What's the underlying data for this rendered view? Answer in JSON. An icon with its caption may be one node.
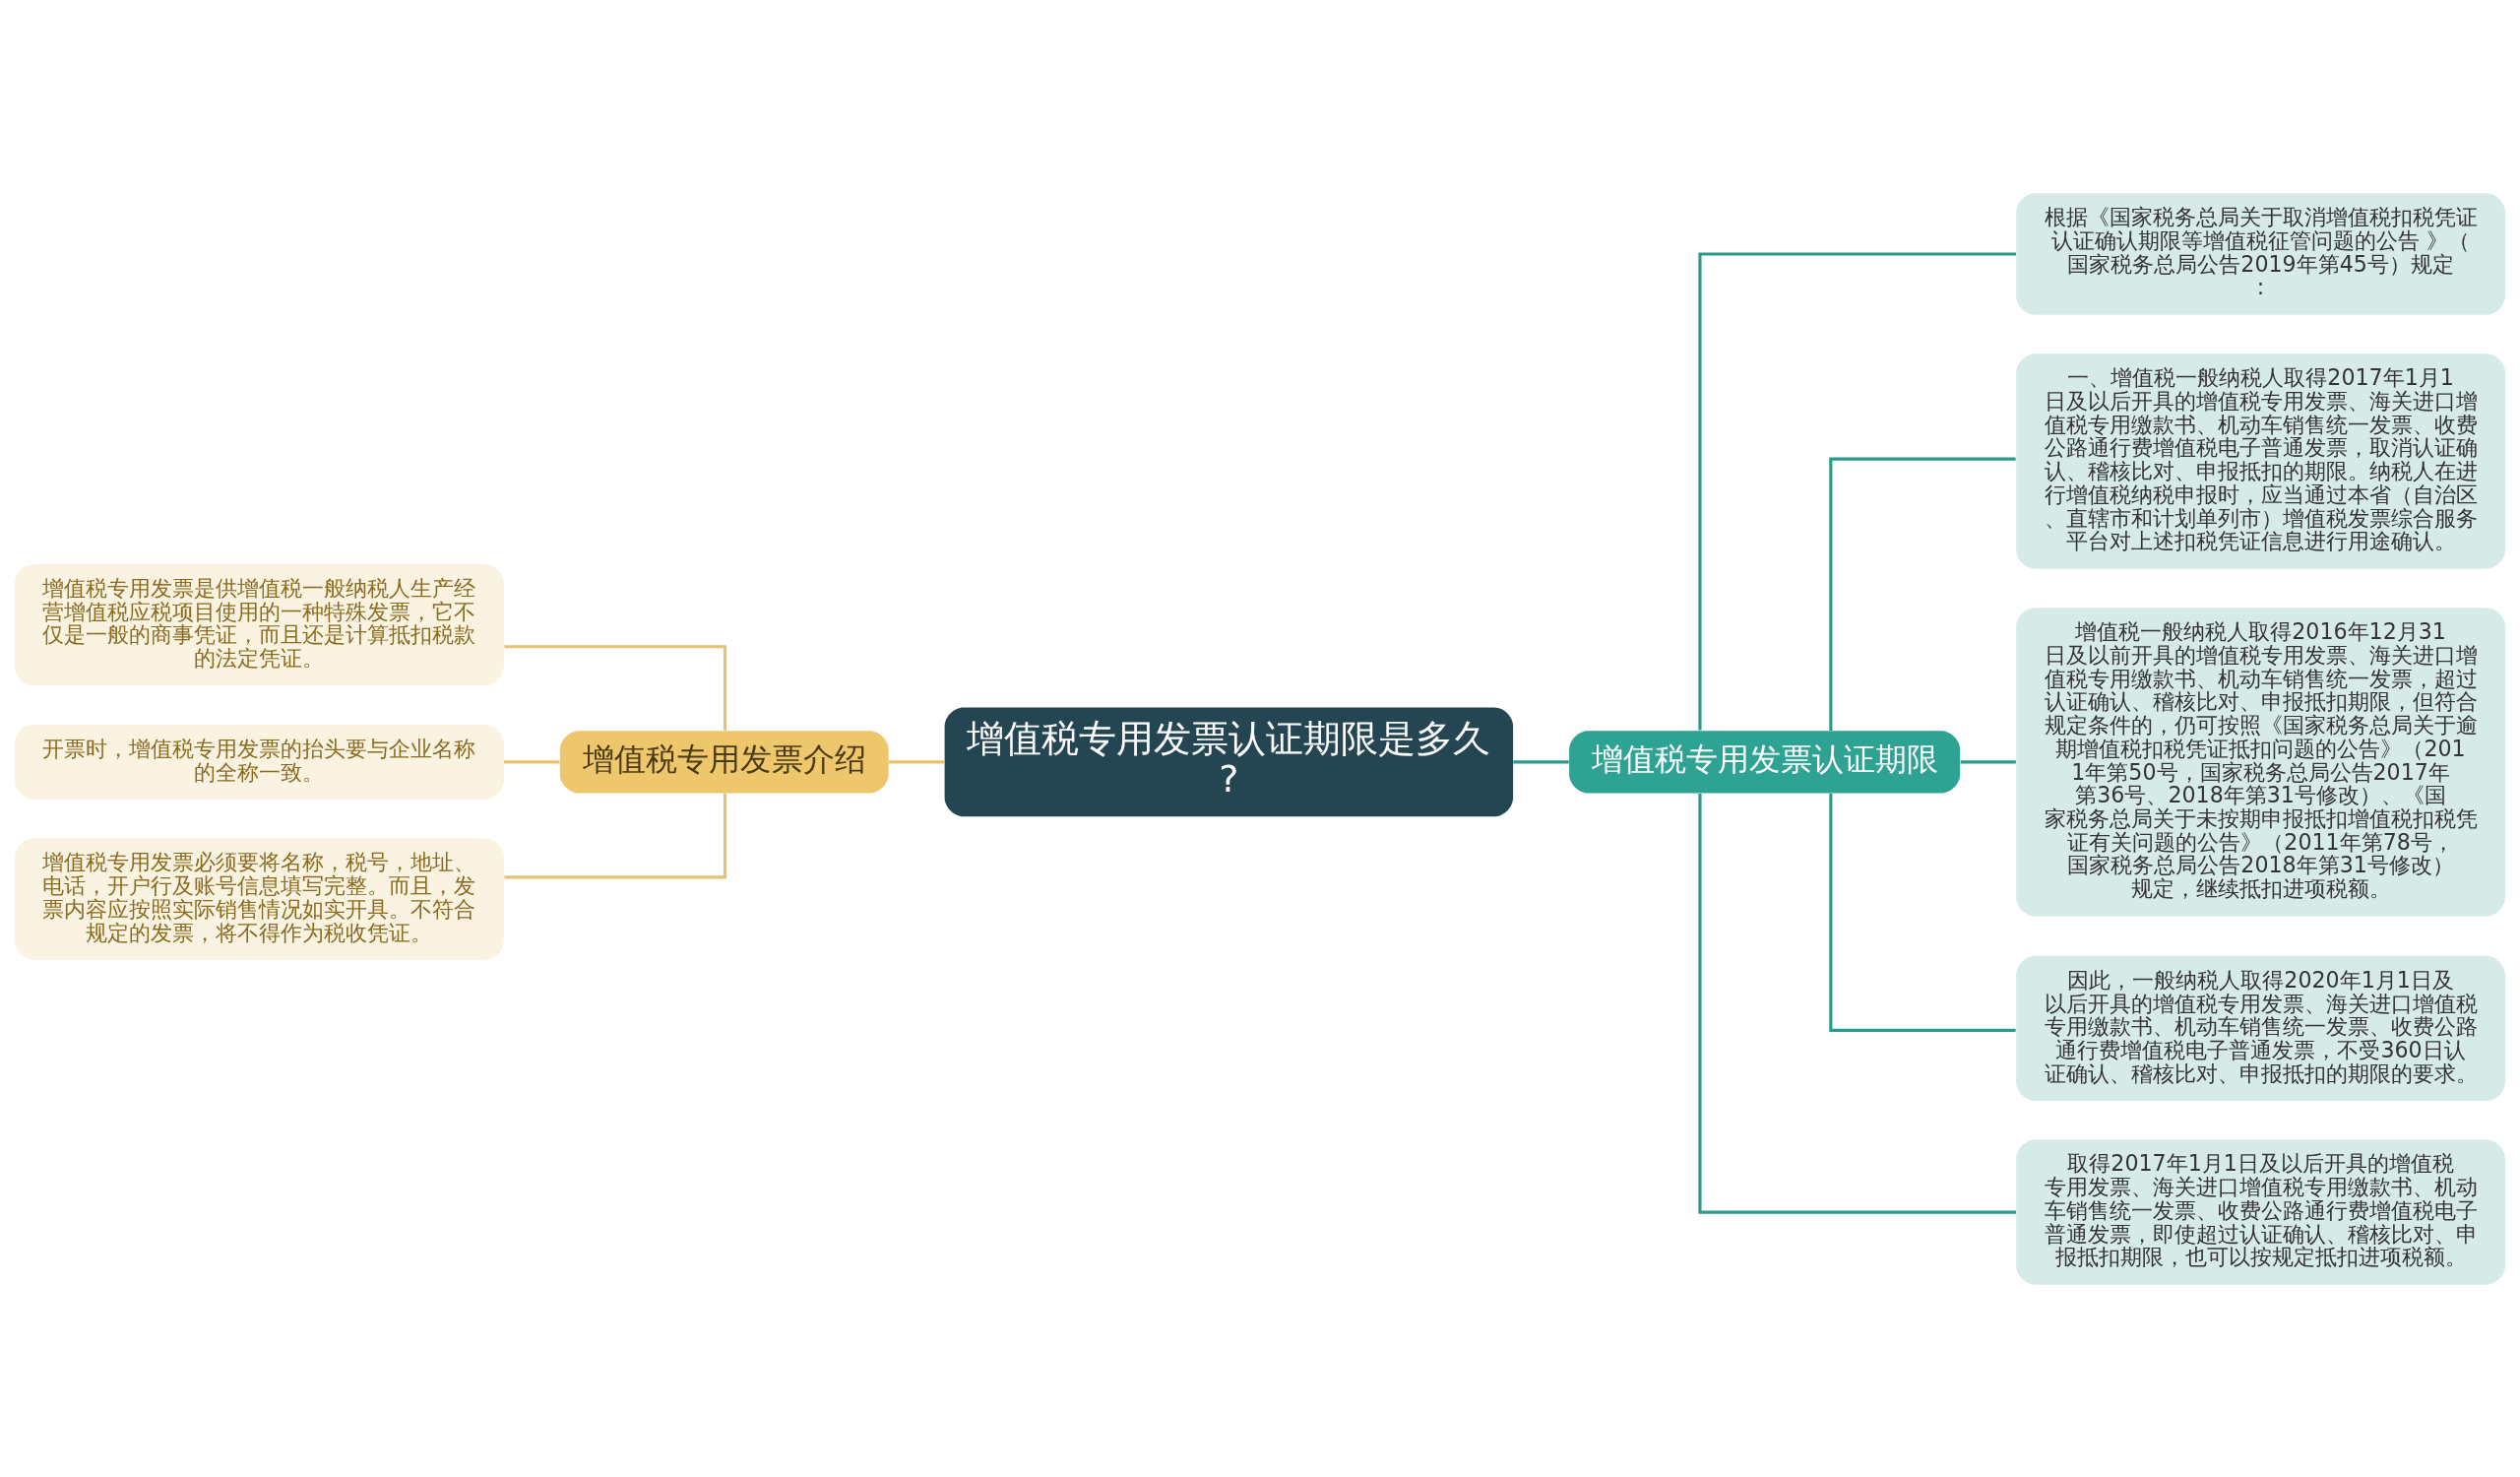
{
  "diagram": {
    "nodes": [
      {
        "text": [
          "增值税专用发票认证期限是多久?"
        ]
      },
      {
        "text": [
          "增值税专用发票介绍"
        ]
      },
      {
        "text": [
          "增值税专用发票是供增值税一般纳税人生产经营增值税应税项目使用的一种特殊发票，它不仅是一般的商事凭证，而且还是计算抵扣税款的法定凭证。"
        ]
      },
      {
        "text": [
          "开票时，增值税专用发票的抬头要与企业名称的全称一致。"
        ]
      },
      {
        "text": [
          "增值税专用发票必须要将名称，税号，地址、电话，开户行及账号信息填写完整。而且，发票内容应按照实际销售情况如实开具。不符合规定的发票，将不得作为税收凭证。"
        ]
      },
      {
        "text": [
          "增值税专用发票认证期限"
        ]
      },
      {
        "text": [
          "根据《国家税务总局关于取消增值税扣税凭证认证确认期限等增值税征管问题的公告 》（国家税务总局公告2019年第45号）规定:"
        ]
      },
      {
        "text": [
          "一、增值税一般纳税人取得2017年1月1日及以后开具的增值税专用发票、海关进口增值税专用缴款书、机动车销售统一发票、收费公路通行费增值税电子普通发票，取消认证确认、稽核比对、申报抵扣的期限。纳税人在进行增值税纳税申报时，应当通过本省（自治区、直辖市和计划单列市）增值税发票综合服务平台对上述扣税凭证信息进行用途确认。"
        ]
      },
      {
        "text": [
          "增值税一般纳税人取得2016年12月31日及以前开具的增值税专用发票、海关进口增值税专用缴款书、机动车销售统一发票，超过认证确认、稽核比对、申报抵扣期限，但符合规定条件的，仍可按照《国家税务总局关于逾期增值税扣税凭证抵扣问题的公告》（2011年第50号，国家税务总局公告2017年第36号、2018年第31号修改）、《国家税务总局关于未按期申报抵扣增值税扣税凭证有关问题的公告》（2011年第78号，国家税务总局公告2018年第31号修改）规定，继续抵扣进项税额。"
        ]
      },
      {
        "text": [
          "因此，一般纳税人取得2020年1月1日及以后开具的增值税专用发票、海关进口增值税专用缴款书、机动车销售统一发票、收费公路通行费增值税电子普通发票，不受360日认证确认、稽核比对、申报抵扣的期限的要求。"
        ]
      },
      {
        "text": [
          "取得2017年1月1日及以后开具的增值税专用发票、海关进口增值税专用缴款书、机动车销售统一发票、收费公路通行费增值税电子普通发票，即使超过认证确认、稽核比对、申报抵扣期限，也可以按规定抵扣进项税额。"
        ]
      }
    ],
    "edges": [
      {
        "from": 0,
        "to": 1,
        "arrow": "none",
        "color": "#e6c36c"
      },
      {
        "from": 1,
        "to": 2,
        "arrow": "none",
        "color": "#e6c36c"
      },
      {
        "from": 1,
        "to": 3,
        "arrow": "none",
        "color": "#e6c36c"
      },
      {
        "from": 1,
        "to": 4,
        "arrow": "none",
        "color": "#e6c36c"
      },
      {
        "from": 0,
        "to": 5,
        "arrow": "none"
      },
      {
        "from": 5,
        "to": 6,
        "arrow": "none"
      },
      {
        "from": 5,
        "to": 7,
        "arrow": "none"
      },
      {
        "from": 5,
        "to": 8,
        "arrow": "none"
      },
      {
        "from": 5,
        "to": 9,
        "arrow": "none"
      },
      {
        "from": 5,
        "to": 10,
        "arrow": "none"
      }
    ]
  }
}
